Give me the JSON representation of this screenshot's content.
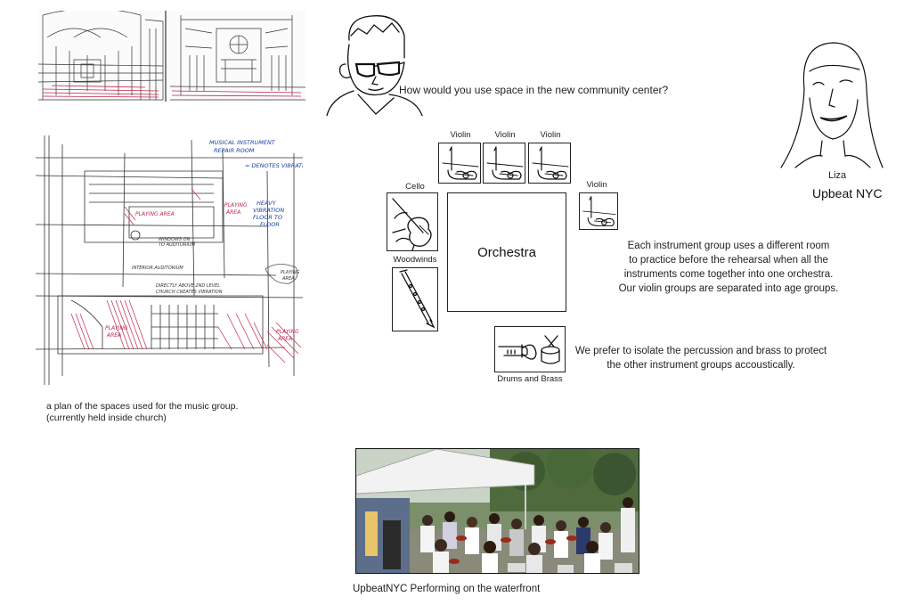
{
  "question": "How would you use space  in the new community center?",
  "persona": {
    "name": "Liza",
    "org": "Upbeat NYC"
  },
  "plan_caption": [
    "a plan of the spaces used for the music group.",
    "(currently held inside church)"
  ],
  "plan_annotations": {
    "repair_room": [
      "MUSICAL INSTRUMENT",
      "REPAIR ROOM"
    ],
    "denotes_vibration": "= DENOTES VIBRATION",
    "heavy_vibration": [
      "HEAVY",
      "VIBRATION",
      "FLOOR TO",
      "FLOOR"
    ],
    "playing_area_1": "PLAYING AREA",
    "playing_area_2": [
      "PLAYING",
      "AREA"
    ],
    "playing_area_3": [
      "PLAYING",
      "AREA"
    ],
    "playing_area_4": [
      "PLAYING",
      "AREA"
    ],
    "playing_area_5": [
      "PLAYING",
      "AREA"
    ],
    "windows": [
      "WINDOWS ON",
      "TO AUDITORIUM"
    ],
    "interior": "INTERIOR AUDITORIUM",
    "directly_above": [
      "DIRECTLY ABOVE  2ND LEVEL",
      "CHURCH CREATES VIBRATION"
    ]
  },
  "diagram": {
    "center_label": "Orchestra",
    "groups": [
      {
        "label": "Violin",
        "icon": "violin-icon"
      },
      {
        "label": "Violin",
        "icon": "violin-icon"
      },
      {
        "label": "Violin",
        "icon": "violin-icon"
      },
      {
        "label": "Violin",
        "icon": "violin-icon"
      },
      {
        "label": "Cello",
        "icon": "cello-icon"
      },
      {
        "label": "Woodwinds",
        "icon": "clarinet-icon"
      },
      {
        "label": "Drums and Brass",
        "icon": "drums-brass-icon"
      }
    ]
  },
  "notes": {
    "rooms": [
      "Each instrument group uses a different room",
      "to practice before the rehearsal when all the",
      " instruments come together into one orchestra.",
      "Our violin groups are separated into age groups."
    ],
    "isolate": [
      "We prefer to isolate the percussion and brass to protect",
      "the other instrument groups accoustically."
    ]
  },
  "photo_caption": "UpbeatNYC Performing on the waterfront",
  "colors": {
    "ink": "#222222",
    "sketch_red": "#c0284a",
    "annotation_blue": "#1a3fa8"
  }
}
